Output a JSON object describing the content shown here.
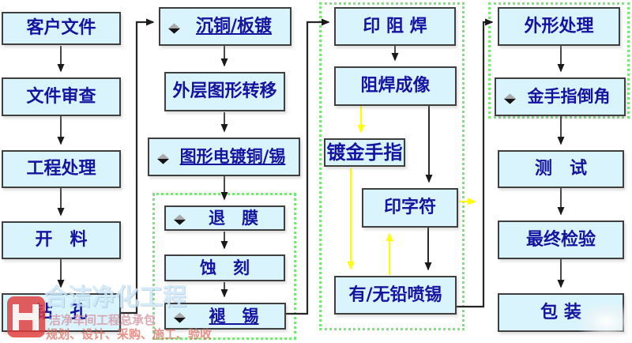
{
  "diagram": {
    "description": "PCB manufacturing process flowchart",
    "colors": {
      "node_fill": "#d9f4fd",
      "node_border": "#3f3f3f",
      "node_text": "#1414a0",
      "group_outline": "#79e679",
      "arrow_black": "#1a1a1a",
      "arrow_yellow": "#ffff00",
      "watermark_red": "#e03a3a"
    }
  },
  "nodes": [
    {
      "label": "客户文件"
    },
    {
      "label": "文件审查"
    },
    {
      "label": "工程处理"
    },
    {
      "label": "开　料"
    },
    {
      "label": "钻　孔"
    },
    {
      "label": "沉铜/板镀"
    },
    {
      "label": "外层图形转移"
    },
    {
      "label": "图形电镀铜/锡"
    },
    {
      "label": "退　膜"
    },
    {
      "label": "蚀　刻"
    },
    {
      "label": "褪　锡"
    },
    {
      "label": "印 阻 焊"
    },
    {
      "label": "阻焊成像"
    },
    {
      "label": "镀金手指"
    },
    {
      "label": "印字符"
    },
    {
      "label": "有/无铅喷锡"
    },
    {
      "label": "外形处理"
    },
    {
      "label": "金手指倒角"
    },
    {
      "label": "测　试"
    },
    {
      "label": "最终检验"
    },
    {
      "label": "包 装"
    }
  ],
  "icons": {
    "jump_diamond": "diamond-jump-marker"
  },
  "watermark": {
    "logo_letter": "H",
    "line1": "合洁净化工程",
    "line2": "洁净车间工程总承包",
    "line3": "规划、设计、采购、施工、验收"
  }
}
